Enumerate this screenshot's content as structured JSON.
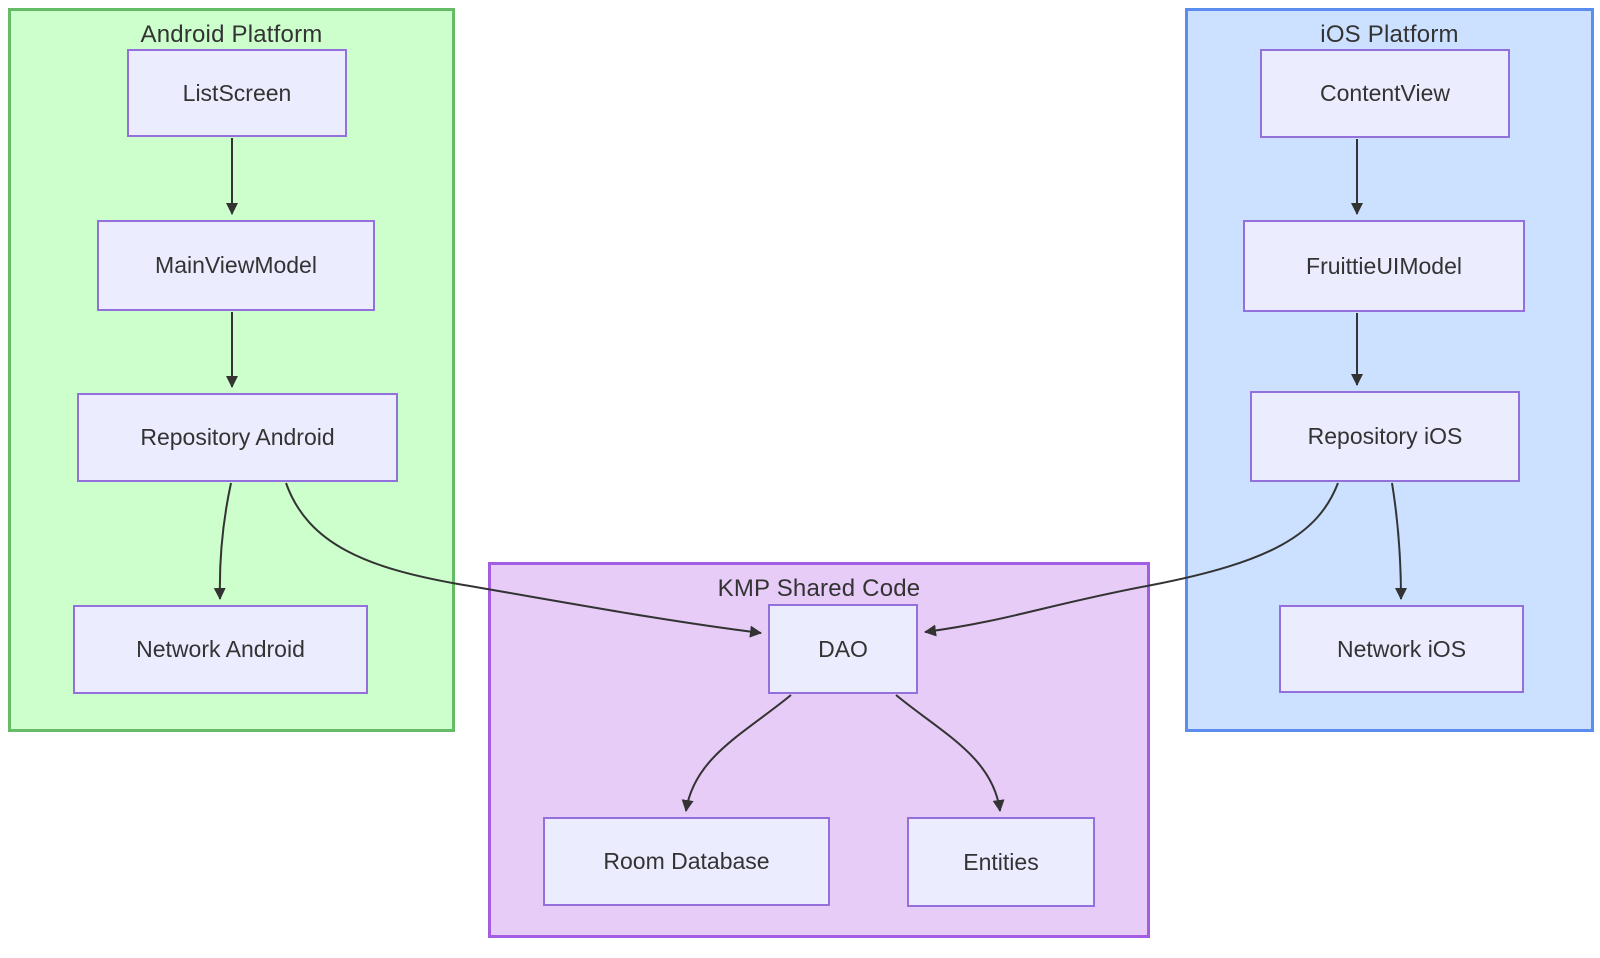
{
  "diagram": {
    "type": "flowchart",
    "containers": {
      "android": {
        "title": "Android Platform",
        "fill": "#ccffcc",
        "stroke": "#66bb66"
      },
      "ios": {
        "title": "iOS Platform",
        "fill": "#cce0ff",
        "stroke": "#5b8def"
      },
      "kmp": {
        "title": "KMP Shared Code",
        "fill": "#e6ccf7",
        "stroke": "#a35de5"
      }
    },
    "node_style": {
      "fill": "#ececff",
      "stroke": "#9370db",
      "text_color": "#333333"
    },
    "edge_color": "#333333",
    "nodes": {
      "list_screen": {
        "label": "ListScreen",
        "container": "android"
      },
      "main_view_model": {
        "label": "MainViewModel",
        "container": "android"
      },
      "repository_android": {
        "label": "Repository Android",
        "container": "android"
      },
      "network_android": {
        "label": "Network Android",
        "container": "android"
      },
      "content_view": {
        "label": "ContentView",
        "container": "ios"
      },
      "fruittie_ui_model": {
        "label": "FruittieUIModel",
        "container": "ios"
      },
      "repository_ios": {
        "label": "Repository iOS",
        "container": "ios"
      },
      "network_ios": {
        "label": "Network iOS",
        "container": "ios"
      },
      "dao": {
        "label": "DAO",
        "container": "kmp"
      },
      "room_database": {
        "label": "Room Database",
        "container": "kmp"
      },
      "entities": {
        "label": "Entities",
        "container": "kmp"
      }
    },
    "edges": [
      {
        "from": "list_screen",
        "to": "main_view_model"
      },
      {
        "from": "main_view_model",
        "to": "repository_android"
      },
      {
        "from": "repository_android",
        "to": "network_android"
      },
      {
        "from": "repository_android",
        "to": "dao"
      },
      {
        "from": "content_view",
        "to": "fruittie_ui_model"
      },
      {
        "from": "fruittie_ui_model",
        "to": "repository_ios"
      },
      {
        "from": "repository_ios",
        "to": "network_ios"
      },
      {
        "from": "repository_ios",
        "to": "dao"
      },
      {
        "from": "dao",
        "to": "room_database"
      },
      {
        "from": "dao",
        "to": "entities"
      }
    ]
  }
}
